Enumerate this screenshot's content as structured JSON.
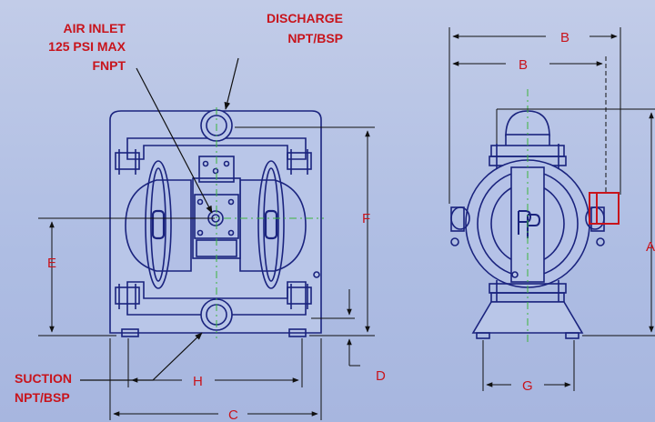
{
  "callouts": {
    "air_inlet": [
      "AIR INLET",
      "125 PSI MAX",
      "FNPT"
    ],
    "discharge": [
      "DISCHARGE",
      "NPT/BSP"
    ],
    "suction": [
      "SUCTION",
      "NPT/BSP"
    ]
  },
  "dimensions": {
    "a": "A",
    "b_outer": "B",
    "b_inner": "B",
    "c": "C",
    "d": "D",
    "e": "E",
    "f": "F",
    "g": "G",
    "h": "H"
  },
  "colors": {
    "background": "#b4c2e5",
    "outline": "#1a237e",
    "accent": "#c8141c",
    "centerline": "#3cb43c"
  }
}
